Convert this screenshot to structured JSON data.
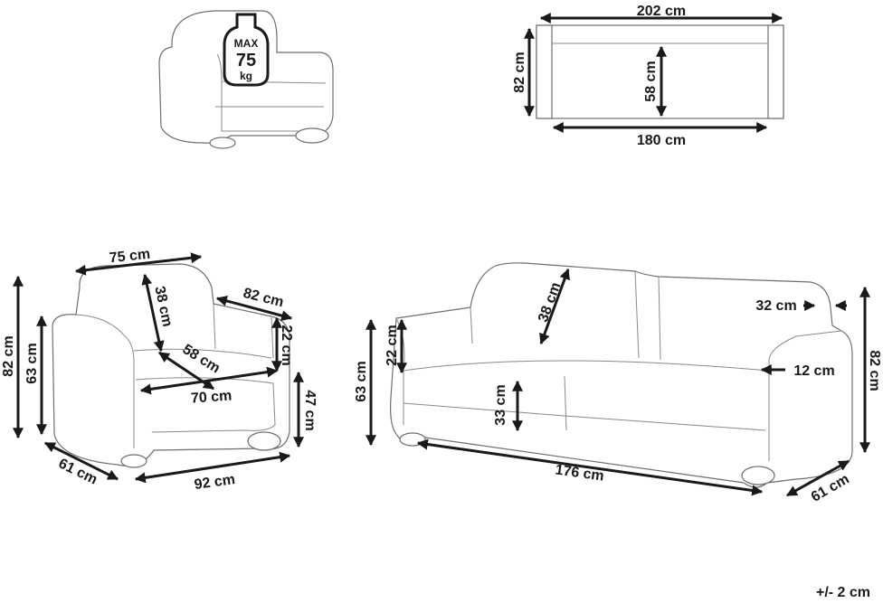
{
  "weight_badge": {
    "line1": "MAX",
    "line2": "75",
    "line3": "kg"
  },
  "top_view": {
    "width_outer": "202 cm",
    "width_inner": "180 cm",
    "height": "82 cm",
    "seat_depth": "58 cm"
  },
  "armchair": {
    "back_width": "75 cm",
    "back_height": "38 cm",
    "depth_top": "82 cm",
    "seat_depth": "58 cm",
    "seat_width": "70 cm",
    "arm_height": "22 cm",
    "leg_height": "47 cm",
    "total_height": "82 cm",
    "front_height": "63 cm",
    "depth": "61 cm",
    "width": "92 cm"
  },
  "sofa": {
    "back_height": "38 cm",
    "arm_width": "32 cm",
    "seat_inset": "12 cm",
    "total_height": "82 cm",
    "arm_height": "22 cm",
    "front_height": "63 cm",
    "seat_height": "33 cm",
    "seat_width": "176 cm",
    "depth": "61 cm"
  },
  "tolerance": "+/- 2 cm"
}
